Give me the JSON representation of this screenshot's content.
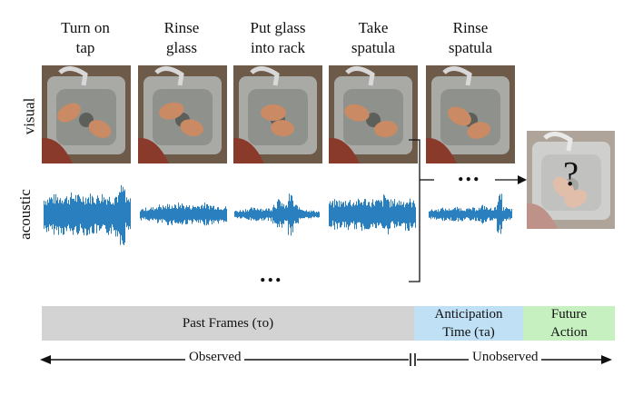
{
  "actions": [
    "Turn on\ntap",
    "Rinse\nglass",
    "Put glass\ninto rack",
    "Take\nspatula",
    "Rinse\nspatula"
  ],
  "row_labels": {
    "visual": "visual",
    "acoustic": "acoustic"
  },
  "dots": "...",
  "future_frame_mark": "?",
  "bars": {
    "past": "Past Frames (τo)",
    "anticipation": "Anticipation\nTime (τa)",
    "future": "Future\nAction"
  },
  "timeline": {
    "observed": "Observed",
    "unobserved": "Unobserved"
  },
  "colors": {
    "waveform": "#2a7fbf",
    "past_bar": "#d3d3d3",
    "anticipation_bar": "#bfe0f5",
    "future_bar": "#c6f0c0",
    "sink_metal": "#a9aaa6",
    "skin": "#c98a64"
  }
}
